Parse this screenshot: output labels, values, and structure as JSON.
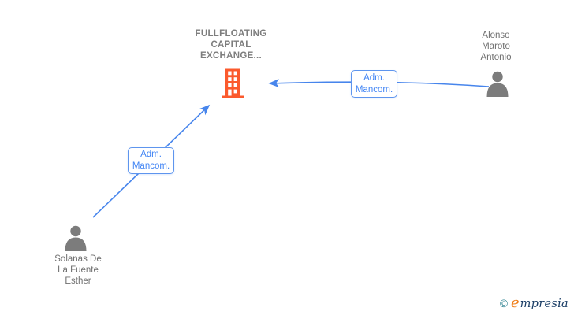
{
  "colors": {
    "edge_blue": "#4785ec",
    "label_text_blue": "#4285f4",
    "label_border_blue": "#5e95ee",
    "building_orange": "#fb5a2d",
    "person_gray": "#7c7c7c",
    "name_text_gray": "#6f6f6f",
    "company_title_gray": "#7d7d7d",
    "logo_copyright_teal": "#2b808f",
    "logo_e_orange": "#ef7d16",
    "logo_text_navy": "#1b3e66"
  },
  "company": {
    "name_line1": "FULLFLOATING",
    "name_line2": "CAPITAL",
    "name_line3": "EXCHANGE...",
    "icon": "building-icon"
  },
  "person_top_right": {
    "name_line1": "Alonso",
    "name_line2": "Maroto",
    "name_line3": "Antonio",
    "icon": "person-icon"
  },
  "person_bottom_left": {
    "name_line1": "Solanas De",
    "name_line2": "La Fuente",
    "name_line3": "Esther",
    "icon": "person-icon"
  },
  "edges": {
    "top": {
      "label_line1": "Adm.",
      "label_line2": "Mancom."
    },
    "left": {
      "label_line1": "Adm.",
      "label_line2": "Mancom."
    }
  },
  "watermark": {
    "copyright_symbol": "©",
    "brand_initial": "e",
    "brand_rest": "mpresia"
  }
}
